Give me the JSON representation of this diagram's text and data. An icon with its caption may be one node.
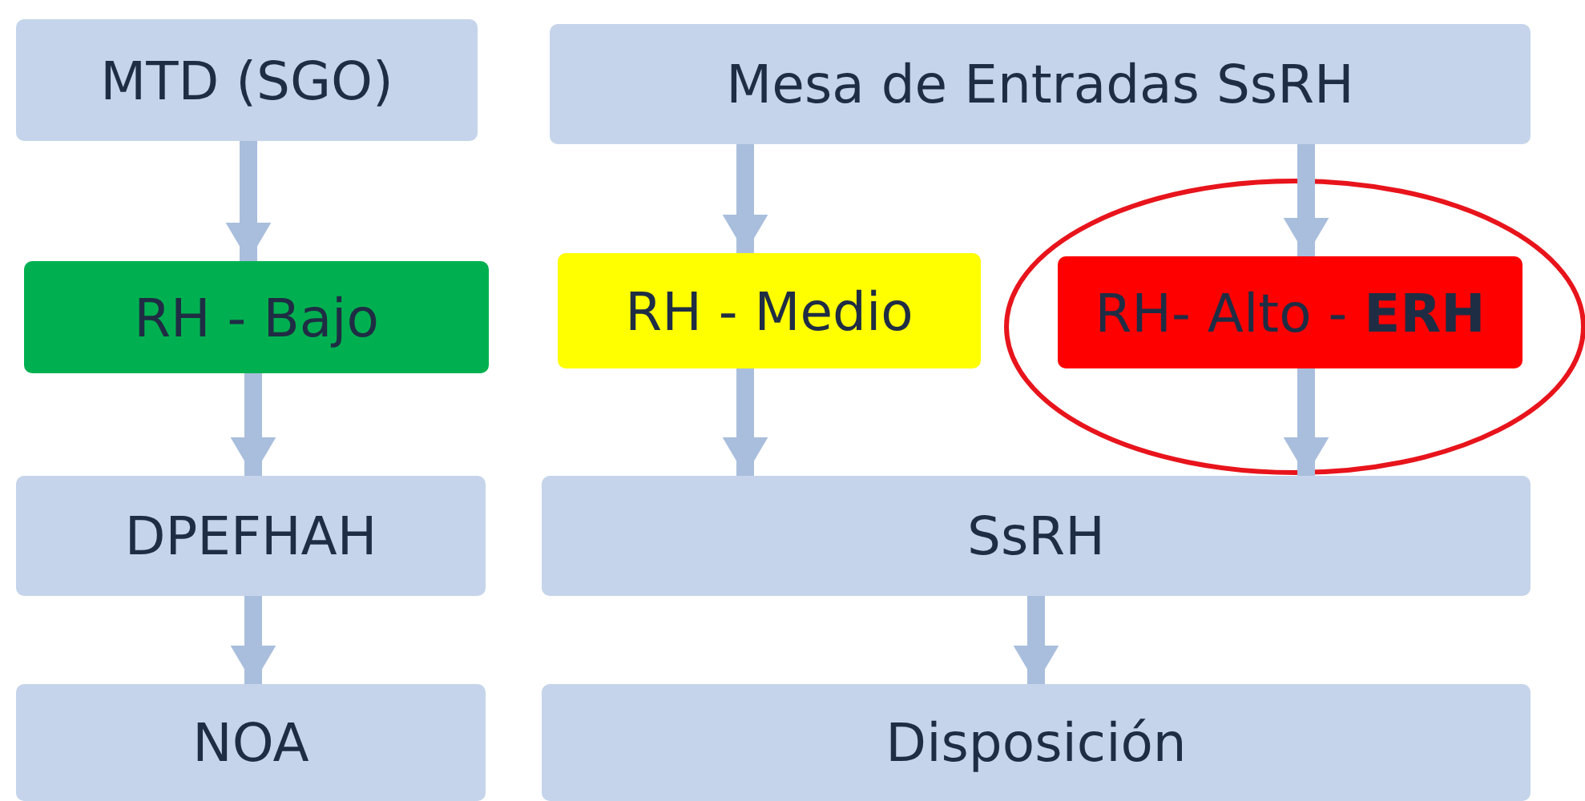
{
  "diagram": {
    "nodes": [
      {
        "text": [
          "MTD (SGO)"
        ]
      },
      {
        "text": [
          "Mesa de Entradas SsRH"
        ]
      },
      {
        "text": [
          "RH - Bajo"
        ]
      },
      {
        "text": [
          "RH - Medio"
        ]
      },
      {
        "text": [
          "RH- Alto - **ERH**"
        ]
      },
      {
        "text": [
          "DPEFHAH"
        ]
      },
      {
        "text": [
          "SsRH"
        ]
      },
      {
        "text": [
          "NOA"
        ]
      },
      {
        "text": [
          "Disposición"
        ]
      }
    ],
    "edges": [
      {
        "from": 0,
        "to": 2,
        "arrow": "to"
      },
      {
        "from": 1,
        "to": 3,
        "arrow": "to"
      },
      {
        "from": 1,
        "to": 4,
        "arrow": "to"
      },
      {
        "from": 2,
        "to": 5,
        "arrow": "to"
      },
      {
        "from": 3,
        "to": 6,
        "arrow": "to"
      },
      {
        "from": 4,
        "to": 6,
        "arrow": "to"
      },
      {
        "from": 5,
        "to": 7,
        "arrow": "to"
      },
      {
        "from": 6,
        "to": 8,
        "arrow": "to"
      }
    ]
  }
}
